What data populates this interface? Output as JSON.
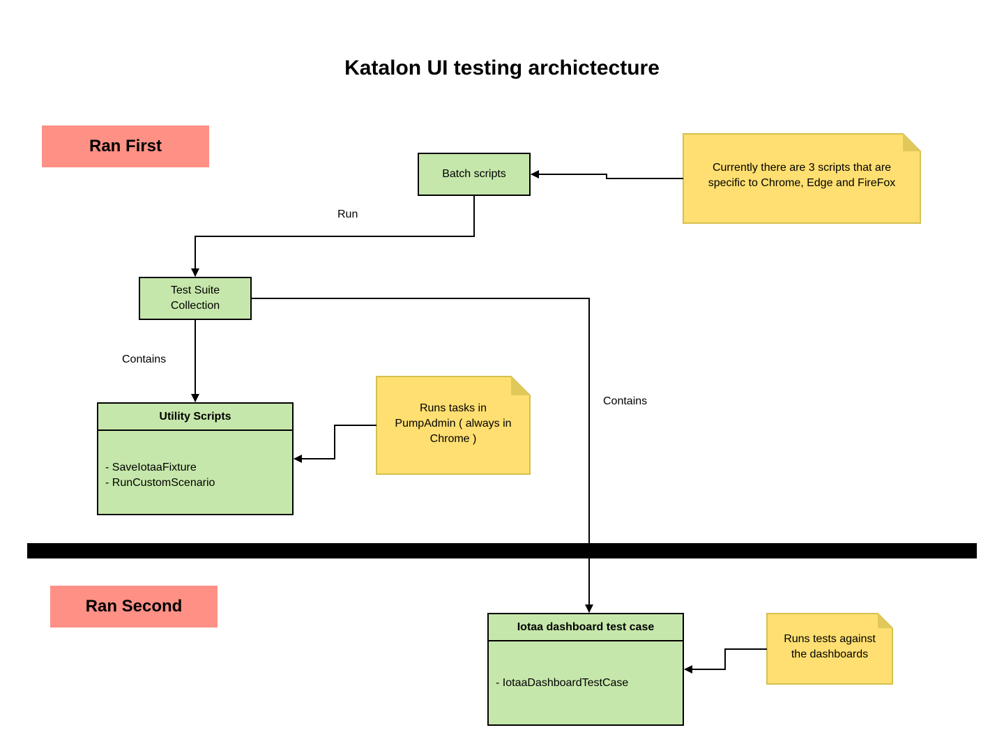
{
  "title": "Katalon UI testing archictecture",
  "phases": {
    "first": "Ran First",
    "second": "Ran Second"
  },
  "nodes": {
    "batch_scripts": "Batch scripts",
    "test_suite_collection": [
      "Test Suite",
      "Collection"
    ],
    "utility_scripts": {
      "header": "Utility Scripts",
      "items": [
        "- SaveIotaaFixture",
        "- RunCustomScenario"
      ]
    },
    "dashboard_test_case": {
      "header": "Iotaa dashboard test case",
      "items": [
        "- IotaaDashboardTestCase"
      ]
    }
  },
  "notes": {
    "batch_note": [
      "Currently there are 3 scripts that are",
      "specific to Chrome, Edge and FireFox"
    ],
    "utility_note": [
      "Runs tasks in",
      "PumpAdmin ( always in",
      "Chrome )"
    ],
    "dashboard_note": [
      "Runs tests against",
      "the dashboards"
    ]
  },
  "edge_labels": {
    "run": "Run",
    "contains_utility": "Contains",
    "contains_dashboard": "Contains"
  },
  "colors": {
    "phase_fill": "#fe9086",
    "node_fill": "#c6e7ab",
    "note_fill": "#ffdf71",
    "note_border": "#d6c050",
    "note_fold": "#e0c85a",
    "divider": "#000000"
  }
}
